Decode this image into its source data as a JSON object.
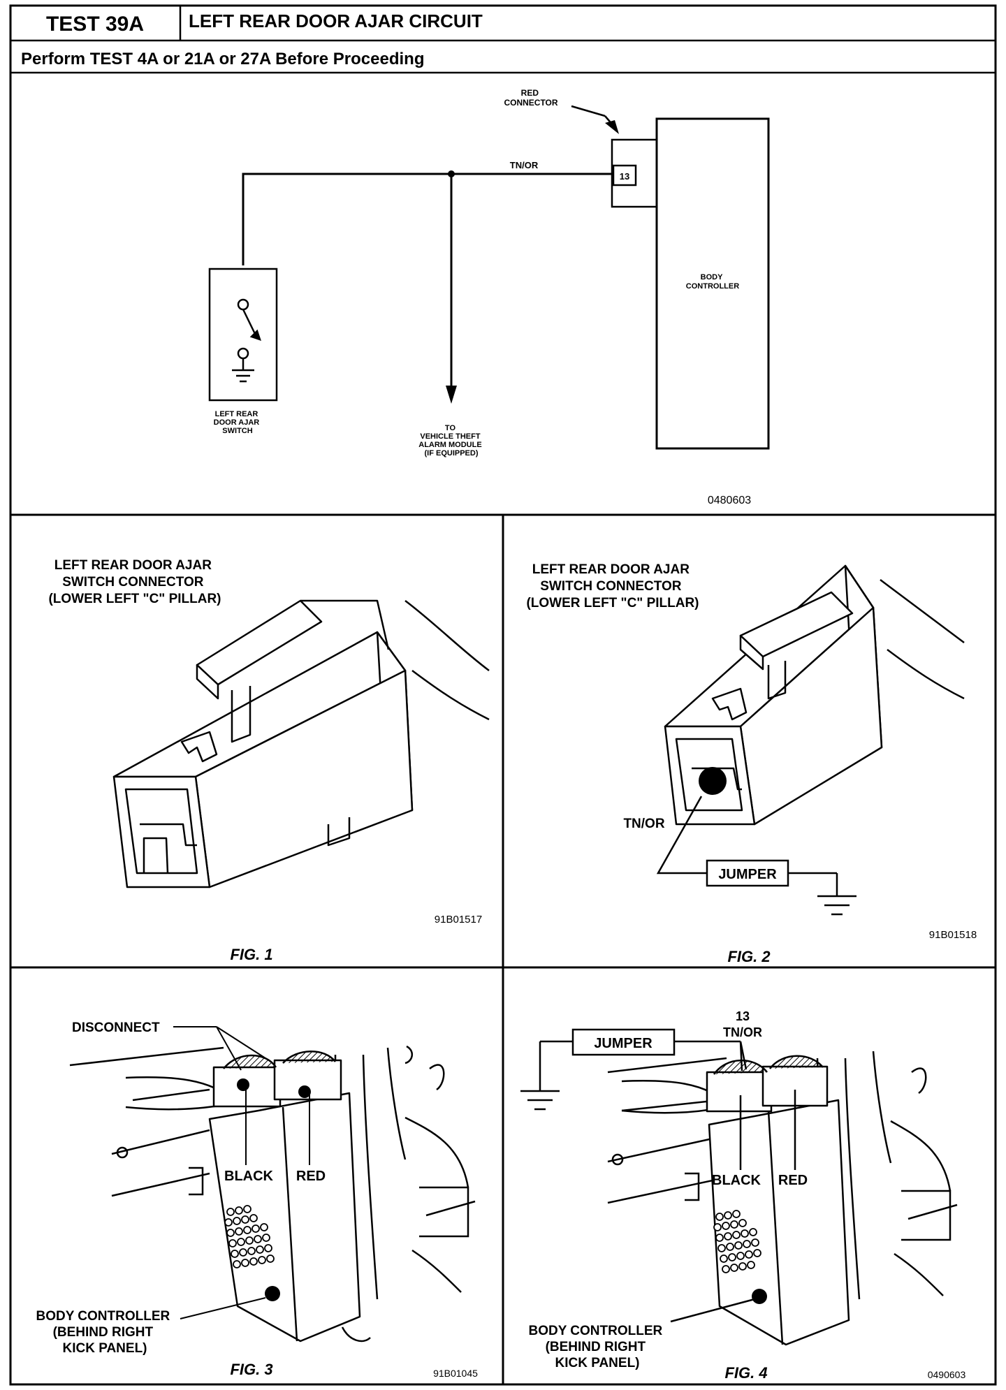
{
  "header": {
    "test_id": "TEST 39A",
    "title": "LEFT REAR DOOR AJAR CIRCUIT",
    "prerequisite": "Perform TEST 4A or 21A or 27A Before Proceeding"
  },
  "schematic": {
    "red_connector": [
      "RED",
      "CONNECTOR"
    ],
    "wire_color": "TN/OR",
    "pin": "13",
    "body_controller": [
      "BODY",
      "CONTROLLER"
    ],
    "switch_label": [
      "LEFT REAR",
      "DOOR AJAR",
      "SWITCH"
    ],
    "theft_label": [
      "TO",
      "VEHICLE THEFT",
      "ALARM MODULE",
      "(IF EQUIPPED)"
    ],
    "code": "0480603"
  },
  "fig1": {
    "caption": [
      "LEFT REAR DOOR AJAR",
      "SWITCH CONNECTOR",
      "(LOWER LEFT \"C\" PILLAR)"
    ],
    "code": "91B01517",
    "fig": "FIG. 1"
  },
  "fig2": {
    "caption": [
      "LEFT REAR DOOR AJAR",
      "SWITCH CONNECTOR",
      "(LOWER LEFT \"C\" PILLAR)"
    ],
    "wire": "TN/OR",
    "jumper": "JUMPER",
    "code": "91B01518",
    "fig": "FIG. 2"
  },
  "fig3": {
    "disconnect": "DISCONNECT",
    "black": "BLACK",
    "red": "RED",
    "body": [
      "BODY CONTROLLER",
      "(BEHIND RIGHT",
      "KICK PANEL)"
    ],
    "code": "91B01045",
    "fig": "FIG. 3"
  },
  "fig4": {
    "jumper": "JUMPER",
    "pin": "13",
    "wire": "TN/OR",
    "black": "BLACK",
    "red": "RED",
    "body": [
      "BODY CONTROLLER",
      "(BEHIND RIGHT",
      "KICK PANEL)"
    ],
    "code": "0490603",
    "fig": "FIG. 4"
  }
}
